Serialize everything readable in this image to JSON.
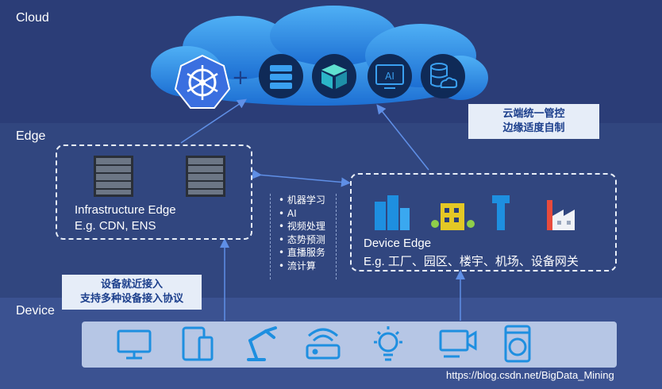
{
  "layers": {
    "cloud": "Cloud",
    "edge": "Edge",
    "device": "Device"
  },
  "cloud_services": {
    "plus": "+",
    "icons": [
      "kubernetes-icon",
      "database-icon",
      "container-icon",
      "ai-icon",
      "cloud-database-icon"
    ],
    "ai_label": "AI"
  },
  "notes": {
    "cloud": [
      "云端统一管控",
      "边缘适度自制"
    ],
    "device": [
      "设备就近接入",
      "支持多种设备接入协议"
    ]
  },
  "infrastructure_edge": {
    "title": "Infrastructure Edge",
    "examples": "E.g. CDN, ENS"
  },
  "device_edge": {
    "title": "Device Edge",
    "examples": "E.g. 工厂、园区、楼宇、机场、设备网关"
  },
  "edge_services": [
    "机器学习",
    "AI",
    "视频处理",
    "态势预测",
    "直播服务",
    "流计算"
  ],
  "devices": [
    "monitor-icon",
    "tablet-phone-icon",
    "robot-arm-icon",
    "router-icon",
    "light-bulb-icon",
    "camera-icon",
    "washing-machine-icon"
  ],
  "watermark": "https://blog.csdn.net/BigData_Mining",
  "colors": {
    "cloud_gradient_top": "#3ea3f0",
    "cloud_gradient_bottom": "#1b6fd1",
    "icon_circle": "#0f2a57",
    "device_icon": "#1e8fe0",
    "arrow": "#5f8fe6"
  }
}
